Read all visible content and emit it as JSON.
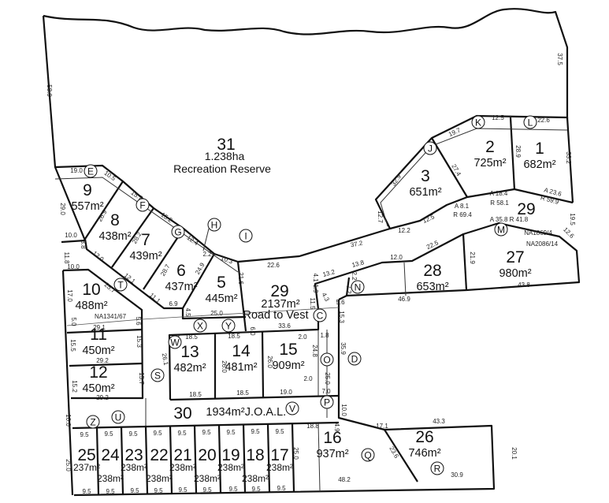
{
  "reserve": {
    "no": "31",
    "area": "1.238ha",
    "name": "Recreation Reserve"
  },
  "road": {
    "no": "29",
    "area": "2137m²",
    "name": "Road to Vest"
  },
  "joal": {
    "no": "30",
    "area": "1934m²",
    "name": "J.O.A.L."
  },
  "road_upper_no": "29",
  "lots": [
    {
      "no": "1",
      "area": "682m²"
    },
    {
      "no": "2",
      "area": "725m²"
    },
    {
      "no": "3",
      "area": "651m²"
    },
    {
      "no": "5",
      "area": "445m²"
    },
    {
      "no": "6",
      "area": "437m²"
    },
    {
      "no": "7",
      "area": "439m²"
    },
    {
      "no": "8",
      "area": "438m²"
    },
    {
      "no": "9",
      "area": "557m²"
    },
    {
      "no": "10",
      "area": "488m²"
    },
    {
      "no": "11",
      "area": "450m²"
    },
    {
      "no": "12",
      "area": "450m²"
    },
    {
      "no": "13",
      "area": "482m²"
    },
    {
      "no": "14",
      "area": "481m²"
    },
    {
      "no": "15",
      "area": "909m²"
    },
    {
      "no": "16",
      "area": "937m²"
    },
    {
      "no": "17",
      "area": "238m²"
    },
    {
      "no": "18",
      "area": "238m²"
    },
    {
      "no": "19",
      "area": "238m²"
    },
    {
      "no": "20",
      "area": "238m²"
    },
    {
      "no": "21",
      "area": "238m²"
    },
    {
      "no": "22",
      "area": "238m²"
    },
    {
      "no": "23",
      "area": "238m²"
    },
    {
      "no": "24",
      "area": "238m²"
    },
    {
      "no": "25",
      "area": "237m²"
    },
    {
      "no": "26",
      "area": "746m²"
    },
    {
      "no": "27",
      "area": "980m²"
    },
    {
      "no": "28",
      "area": "653m²"
    }
  ],
  "easements": [
    "C",
    "D",
    "E",
    "F",
    "G",
    "H",
    "I",
    "J",
    "K",
    "L",
    "M",
    "N",
    "O",
    "P",
    "Q",
    "R",
    "S",
    "T",
    "U",
    "V",
    "W",
    "X",
    "Y",
    "Z"
  ],
  "titles": [
    "NA1341/67",
    "NA1869/4",
    "NA2086/14"
  ],
  "arcs": [
    "A 18.4",
    "R 58.1",
    "A 23.6",
    "R 59.9",
    "A 8.1",
    "R 69.4",
    "A 35.8 R 41.8"
  ],
  "dimensions": [
    "58.9",
    "37.5",
    "19.0",
    "10.5",
    "15.7",
    "15.2",
    "12.4",
    "2.2",
    "10.3",
    "29.0",
    "26.9",
    "28.2",
    "28.7",
    "24.9",
    "21.6",
    "10.0",
    "3.8",
    "11.8",
    "12.0",
    "10.0",
    "12.1",
    "25.7",
    "11.1",
    "6.9",
    "17.0",
    "5.0",
    "29.1",
    "5.6",
    "4.5",
    "25.0",
    "6.0",
    "33.6",
    "22.6",
    "15.5",
    "15.3",
    "29.2",
    "15.2",
    "15.7",
    "29.2",
    "18.5",
    "18.5",
    "26.1",
    "26.0",
    "26.0",
    "18.5",
    "18.5",
    "19.0",
    "2.0",
    "24.8",
    "2.0",
    "1.8",
    "35.9",
    "25.0",
    "7.0",
    "10.0",
    "10.0",
    "4.9",
    "18.8",
    "17.1",
    "43.3",
    "25.0",
    "25.0",
    "48.2",
    "23.6",
    "20.1",
    "30.9",
    "9.5",
    "9.5",
    "9.5",
    "9.5",
    "9.5",
    "9.5",
    "9.5",
    "9.5",
    "9.5",
    "9.5",
    "9.5",
    "9.5",
    "9.5",
    "9.5",
    "9.5",
    "9.5",
    "9.5",
    "9.5",
    "19.7",
    "12.5",
    "22.6",
    "32.9",
    "27.4",
    "28.9",
    "33.2",
    "12.7",
    "12.2",
    "12.5",
    "37.2",
    "22.5",
    "12.0",
    "13.8",
    "13.2",
    "19.5",
    "12.6",
    "21.9",
    "43.8",
    "46.9",
    "5.6",
    "7.2",
    "2.2",
    "4.3",
    "4.1",
    "1.9",
    "11.5",
    "15.3"
  ]
}
